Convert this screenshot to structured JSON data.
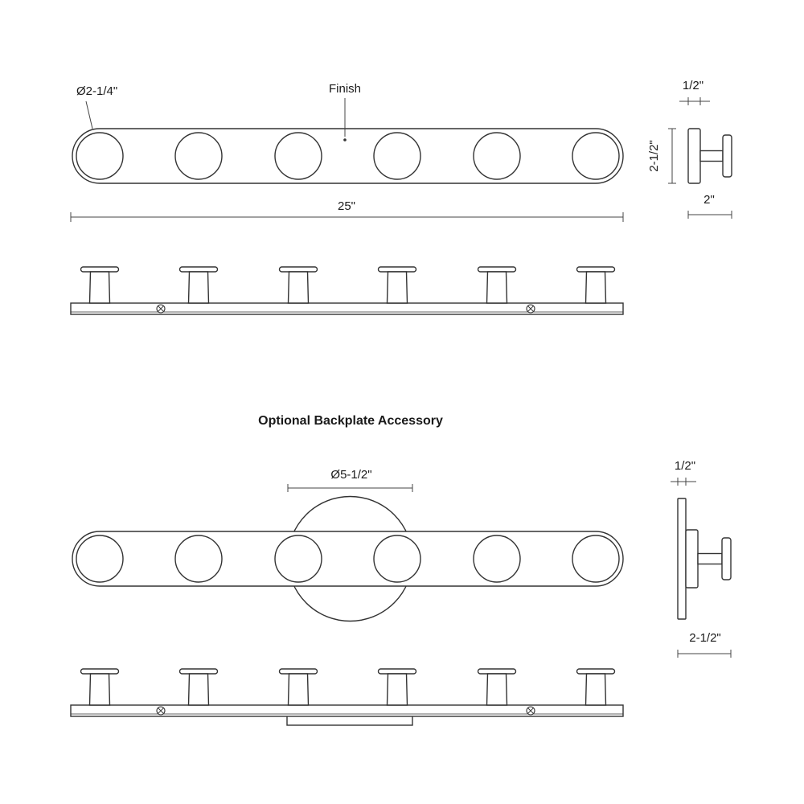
{
  "page": {
    "background": "#ffffff",
    "line_color": "#333333",
    "text_color": "#1a1a1a"
  },
  "fixture_front": {
    "lamp_diameter_label": "Ø2-1/4\"",
    "finish_label": "Finish",
    "overall_width_label": "25\""
  },
  "fixture_side": {
    "bar_depth_label": "1/2\"",
    "height_label": "2-1/2\"",
    "total_depth_label": "2\""
  },
  "backplate_section": {
    "title": "Optional Backplate Accessory",
    "backplate_diameter_label": "Ø5-1/2\"",
    "side_thickness_label": "1/2\"",
    "side_total_depth_label": "2-1/2\""
  }
}
